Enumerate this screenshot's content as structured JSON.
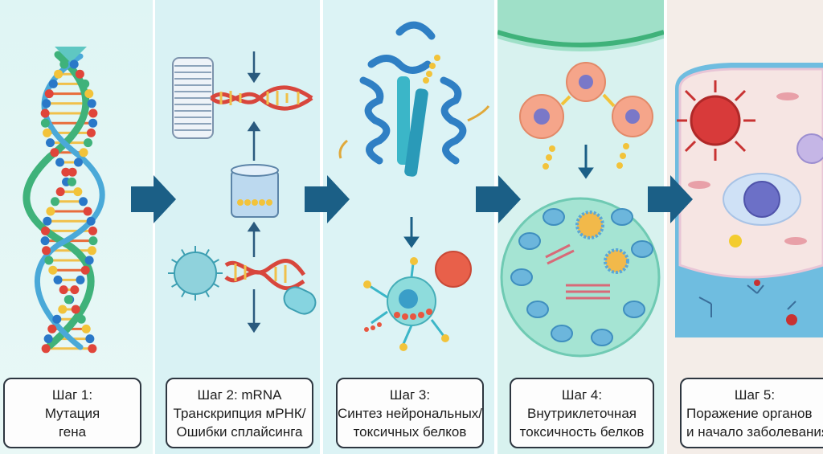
{
  "steps": [
    {
      "line1": "Шаг 1:",
      "line2": "Мутация",
      "line3": "гена"
    },
    {
      "line1": "Шаг 2: mRNA",
      "line2": "Транскрипция мРНК/",
      "line3": "Ошибки сплайсинга"
    },
    {
      "line1": "Шаг 3:",
      "line2": "Синтез нейрональных/",
      "line3": "токсичных белков"
    },
    {
      "line1": "Шаг 4:",
      "line2": "Внутриклеточная",
      "line3": "токсичность белков"
    },
    {
      "line1": "Шаг 5:",
      "line2": "Поражение органов",
      "line3": "и начало заболевания"
    }
  ],
  "colors": {
    "flow_arrow": "#1b5f86",
    "dna_blue": "#2a78c8",
    "dna_green": "#3fb27a",
    "dna_red": "#e0453a",
    "protein_blue": "#2f7fc4",
    "panel_bg": "#d6f1f2"
  }
}
